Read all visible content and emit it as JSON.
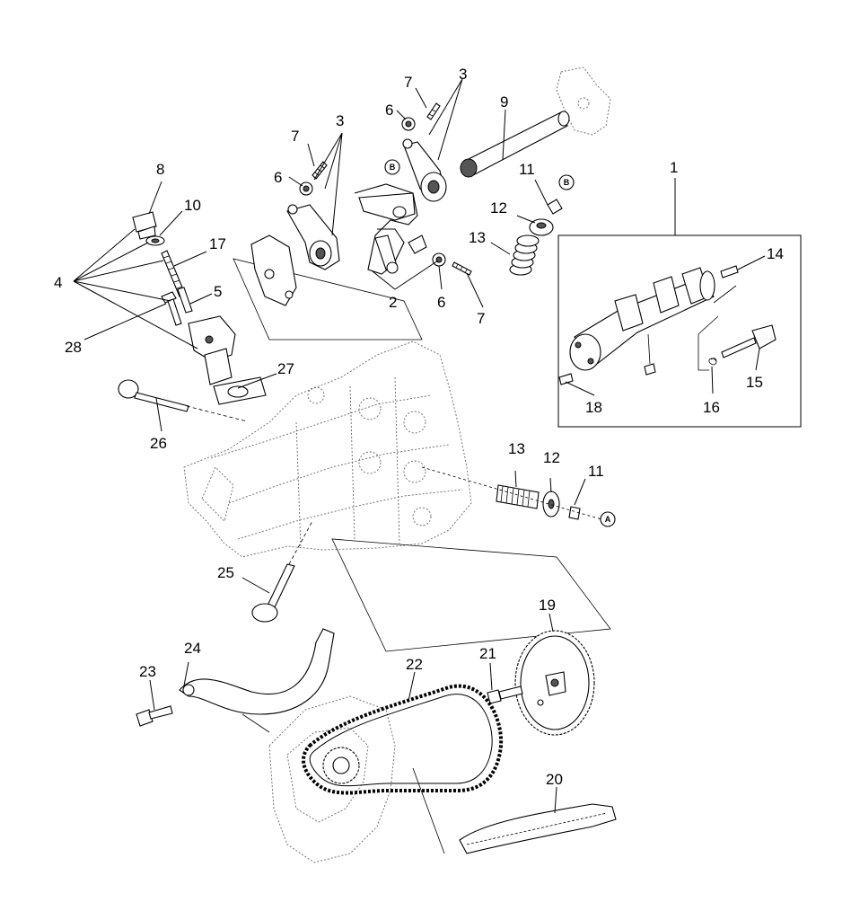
{
  "diagram": {
    "callouts": [
      "1",
      "2",
      "3",
      "3",
      "4",
      "5",
      "6",
      "6",
      "6",
      "7",
      "7",
      "7",
      "8",
      "9",
      "10",
      "11",
      "11",
      "12",
      "12",
      "13",
      "13",
      "14",
      "15",
      "16",
      "17",
      "18",
      "19",
      "20",
      "21",
      "22",
      "23",
      "24",
      "25",
      "26",
      "27",
      "28"
    ],
    "markers": [
      "A",
      "B",
      "B"
    ]
  }
}
